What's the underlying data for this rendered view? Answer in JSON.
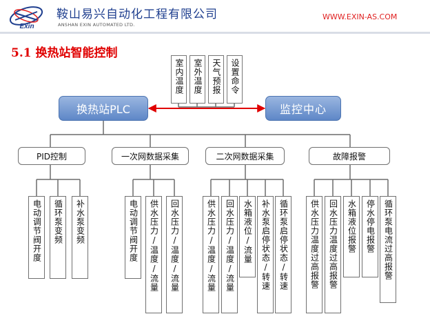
{
  "header": {
    "company_cn": "鞍山易兴自动化工程有限公司",
    "company_en": "ANSHAN EXIN AUTOMATED LTD.",
    "website": "WWW.EXIN-AS.COM",
    "logo_text": "Exin",
    "colors": {
      "brand_blue": "#1f3f8f",
      "accent_red": "#e02020"
    }
  },
  "section_title": "5.1  换热站智能控制",
  "diagram": {
    "top_inputs": [
      "室内温度",
      "室外温度",
      "天气预报",
      "设置命令"
    ],
    "plc": "换热站PLC",
    "monitor": "监控中心",
    "categories": [
      {
        "label": "PID控制",
        "leaves": [
          "电动调节阀开度",
          "循环泵变频",
          "补水泵变频"
        ]
      },
      {
        "label": "一次网数据采集",
        "leaves": [
          "电动调节阀开度",
          "供水压力/温度/流量",
          "回水压力/温度/流量"
        ]
      },
      {
        "label": "二次网数据采集",
        "leaves": [
          "供水压力/温度/流量",
          "回水压力/温度/流量",
          "水箱液位/流量",
          "补水泵启停状态/转速",
          "循环泵启停状态/转速"
        ]
      },
      {
        "label": "故障报警",
        "leaves": [
          "供水压力温度过高报警",
          "回水压力温度过高报警",
          "水箱液位报警",
          "停水停电报警",
          "循环泵电流过高报警"
        ]
      }
    ]
  }
}
